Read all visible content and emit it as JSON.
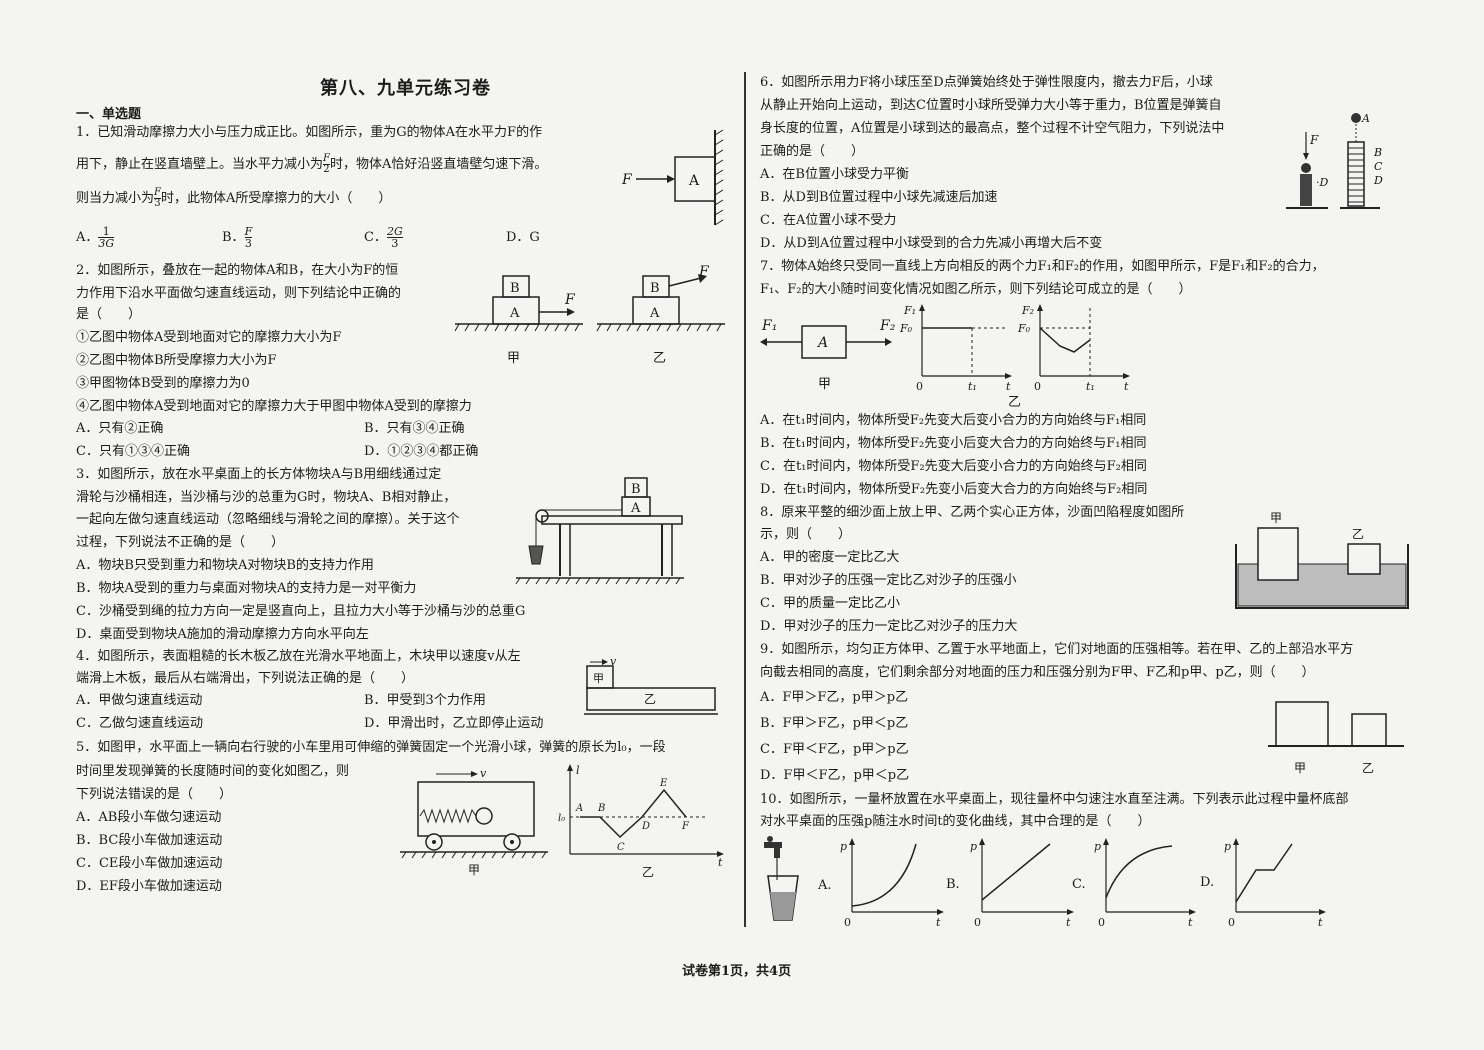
{
  "title": "第八、九单元练习卷",
  "section": "一、单选题",
  "footer": "试卷第1页，共4页",
  "q1": {
    "l1": "1．已知滑动摩擦力大小与压力成正比。如图所示，重为G的物体A在水平力F的作",
    "l2a": "用下，静止在竖直墙壁上。当水平力减小为",
    "frac2n": "F",
    "frac2d": "2",
    "l2b": "时，物体A恰好沿竖直墙壁匀速下滑。",
    "l3a": "则当力减小为",
    "frac3n": "F",
    "frac3d": "3",
    "l3b": "时，此物体A所受摩擦力的大小（　　）",
    "optA": "A．",
    "optAn": "1",
    "optAd": "3G",
    "optB": "B．",
    "optBn": "F",
    "optBd": "3",
    "optC": "C．",
    "optCn": "2G",
    "optCd": "3",
    "optD": "D．G",
    "fig": {
      "F": "F",
      "A": "A"
    }
  },
  "q2": {
    "l1": "2．如图所示，叠放在一起的物体A和B，在大小为F的恒",
    "l2": "力作用下沿水平面做匀速直线运动，则下列结论中正确的",
    "l3": "是（　　）",
    "s1": "①乙图中物体A受到地面对它的摩擦力大小为F",
    "s2": "②乙图中物体B所受摩擦力大小为F",
    "s3": "③甲图物体B受到的摩擦力为0",
    "s4": "④乙图中物体A受到地面对它的摩擦力大于甲图中物体A受到的摩擦力",
    "optA": "A．只有②正确",
    "optB": "B．只有③④正确",
    "optC": "C．只有①③④正确",
    "optD": "D．①②③④都正确",
    "fig": {
      "B": "B",
      "A": "A",
      "F": "F",
      "jia": "甲",
      "yi": "乙"
    }
  },
  "q3": {
    "l1": "3．如图所示，放在水平桌面上的长方体物块A与B用细线通过定",
    "l2": "滑轮与沙桶相连，当沙桶与沙的总重为G时，物块A、B相对静止，",
    "l3": "一起向左做匀速直线运动（忽略细线与滑轮之间的摩擦）。关于这个",
    "l4": "过程，下列说法不正确的是（　　）",
    "optA": "A．物块B只受到重力和物块A对物块B的支持力作用",
    "optB": "B．物块A受到的重力与桌面对物块A的支持力是一对平衡力",
    "optC": "C．沙桶受到绳的拉力方向一定是竖直向上，且拉力大小等于沙桶与沙的总重G",
    "optD": "D．桌面受到物块A施加的滑动摩擦力方向水平向左",
    "fig": {
      "B": "B",
      "A": "A"
    }
  },
  "q4": {
    "l1": "4．如图所示，表面粗糙的长木板乙放在光滑水平地面上，木块甲以速度v从左",
    "l2": "端滑上木板，最后从右端滑出，下列说法正确的是（　　）",
    "optA": "A．甲做匀速直线运动",
    "optB": "B．甲受到3个力作用",
    "optC": "C．乙做匀速直线运动",
    "optD": "D．甲滑出时，乙立即停止运动",
    "fig": {
      "v": "v",
      "jia": "甲",
      "yi": "乙"
    }
  },
  "q5": {
    "l1": "5．如图甲，水平面上一辆向右行驶的小车里用可伸缩的弹簧固定一个光滑小球，弹簧的原长为l₀，一段",
    "l2": "时间里发现弹簧的长度随时间的变化如图乙，则",
    "l3": "下列说法错误的是（　　）",
    "optA": "A．AB段小车做匀速运动",
    "optB": "B．BC段小车做加速运动",
    "optC": "C．CE段小车做加速运动",
    "optD": "D．EF段小车做加速运动",
    "fig": {
      "v": "v",
      "l": "l",
      "l0": "l₀",
      "t": "t",
      "A": "A",
      "B": "B",
      "C": "C",
      "D": "D",
      "E": "E",
      "F": "F",
      "jia": "甲",
      "yi": "乙"
    }
  },
  "q6": {
    "l1": "6．如图所示用力F将小球压至D点弹簧始终处于弹性限度内，撤去力F后，小球",
    "l2": "从静止开始向上运动，到达C位置时小球所受弹力大小等于重力，B位置是弹簧自",
    "l3": "身长度的位置，A位置是小球到达的最高点，整个过程不计空气阻力，下列说法中",
    "l4": "正确的是（　　）",
    "optA": "A．在B位置小球受力平衡",
    "optB": "B．从D到B位置过程中小球先减速后加速",
    "optC": "C．在A位置小球不受力",
    "optD": "D．从D到A位置过程中小球受到的合力先减小再增大后不变",
    "fig": {
      "F": "F",
      "D": "·D",
      "A": "A",
      "B": "B",
      "C": "C",
      "D2": "D"
    }
  },
  "q7": {
    "l1": "7．物体A始终只受同一直线上方向相反的两个力F₁和F₂的作用，如图甲所示，F是F₁和F₂的合力，",
    "l2": "F₁、F₂的大小随时间变化情况如图乙所示，则下列结论可成立的是（　　）",
    "optA": "A．在t₁时间内，物体所受F₂先变大后变小合力的方向始终与F₁相同",
    "optB": "B．在t₁时间内，物体所受F₂先变小后变大合力的方向始终与F₁相同",
    "optC": "C．在t₁时间内，物体所受F₂先变大后变小合力的方向始终与F₂相同",
    "optD": "D．在t₁时间内，物体所受F₂先变小后变大合力的方向始终与F₂相同",
    "fig": {
      "F1": "F₁",
      "F2": "F₂",
      "A": "A",
      "F0": "F₀",
      "o": "0",
      "t1": "t₁",
      "t": "t",
      "jia": "甲",
      "yi": "乙"
    }
  },
  "q8": {
    "l1": "8．原来平整的细沙面上放上甲、乙两个实心正方体，沙面凹陷程度如图所",
    "l2": "示，则（　　）",
    "optA": "A．甲的密度一定比乙大",
    "optB": "B．甲对沙子的压强一定比乙对沙子的压强小",
    "optC": "C．甲的质量一定比乙小",
    "optD": "D．甲对沙子的压力一定比乙对沙子的压力大",
    "fig": {
      "jia": "甲",
      "yi": "乙"
    }
  },
  "q9": {
    "l1": "9．如图所示，均匀正方体甲、乙置于水平地面上，它们对地面的压强相等。若在甲、乙的上部沿水平方",
    "l2": "向截去相同的高度，它们剩余部分对地面的压力和压强分别为F甲、F乙和p甲、p乙，则（　　）",
    "optA": "A．F甲＞F乙，p甲＞p乙",
    "optB": "B．F甲＞F乙，p甲＜p乙",
    "optC": "C．F甲＜F乙，p甲＞p乙",
    "optD": "D．F甲＜F乙，p甲＜p乙",
    "fig": {
      "jia": "甲",
      "yi": "乙"
    }
  },
  "q10": {
    "l1": "10．如图所示，一量杯放置在水平桌面上，现往量杯中匀速注水直至注满。下列表示此过程中量杯底部",
    "l2": "对水平桌面的压强p随注水时间t的变化曲线，其中合理的是（　　）",
    "labels": [
      "A.",
      "B.",
      "C.",
      "D."
    ],
    "p": "p",
    "t": "t",
    "o": "0"
  }
}
